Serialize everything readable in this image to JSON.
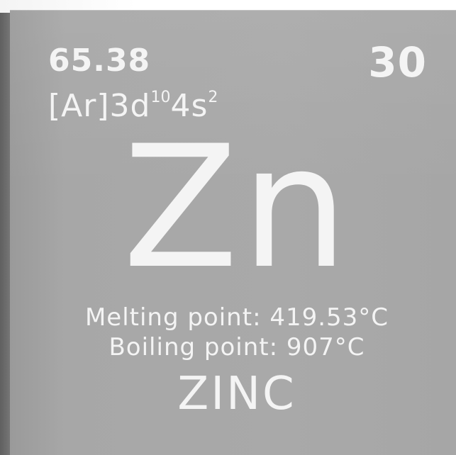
{
  "element": {
    "atomic_mass": "65.38",
    "atomic_number": "30",
    "electron_config": {
      "prefix": "[Ar]3d",
      "d_exponent": "10",
      "mid": "4s",
      "s_exponent": "2"
    },
    "symbol": "Zn",
    "melting_point": "Melting point: 419.53°C",
    "boiling_point": "Boiling point: 907°C",
    "name": "ZINC"
  },
  "colors": {
    "tile": "#a8a8a8",
    "text": "#f4f4f4",
    "background": "#ffffff"
  }
}
